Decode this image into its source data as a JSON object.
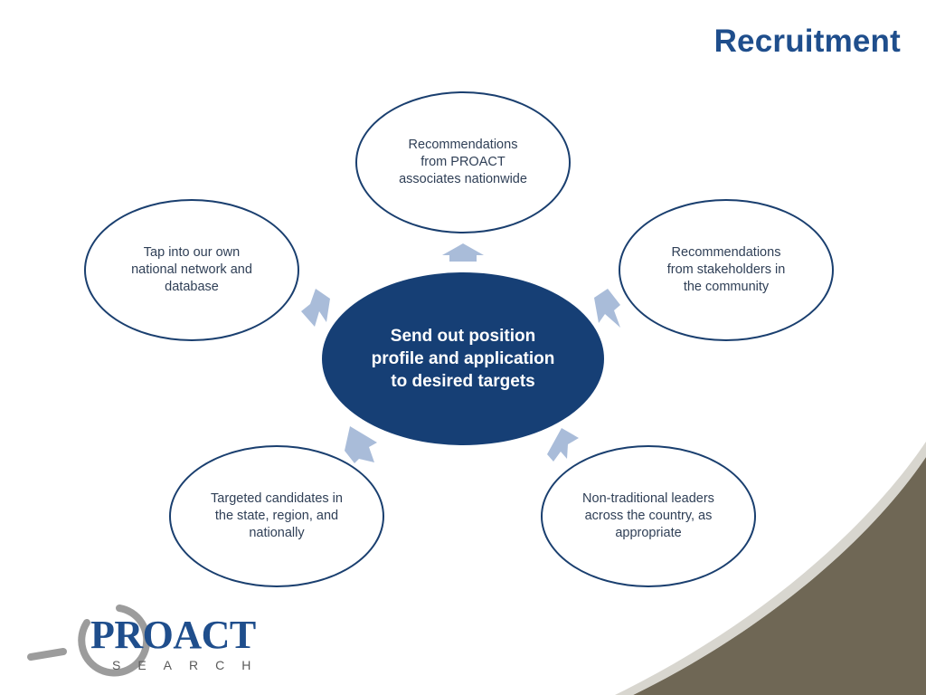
{
  "slide": {
    "title": "Recruitment"
  },
  "center": {
    "label": "Send out position\nprofile and application\nto desired targets"
  },
  "nodes": {
    "top": "Recommendations\nfrom PROACT\nassociates nationwide",
    "upper_left": "Tap into our own\nnational network and\ndatabase",
    "upper_right": "Recommendations\nfrom stakeholders in\nthe community",
    "lower_left": "Targeted candidates in\nthe state, region, and\nnationally",
    "lower_right": "Non-traditional leaders\nacross the country, as\nappropriate"
  },
  "logo": {
    "word": "PROACT",
    "sub": "SEARCH"
  },
  "colors": {
    "title": "#1f4e8c",
    "center_fill": "#163f75",
    "node_border": "#1a3f6f",
    "arrow": "#a9bcd9",
    "accent_band": "#6f6755"
  }
}
